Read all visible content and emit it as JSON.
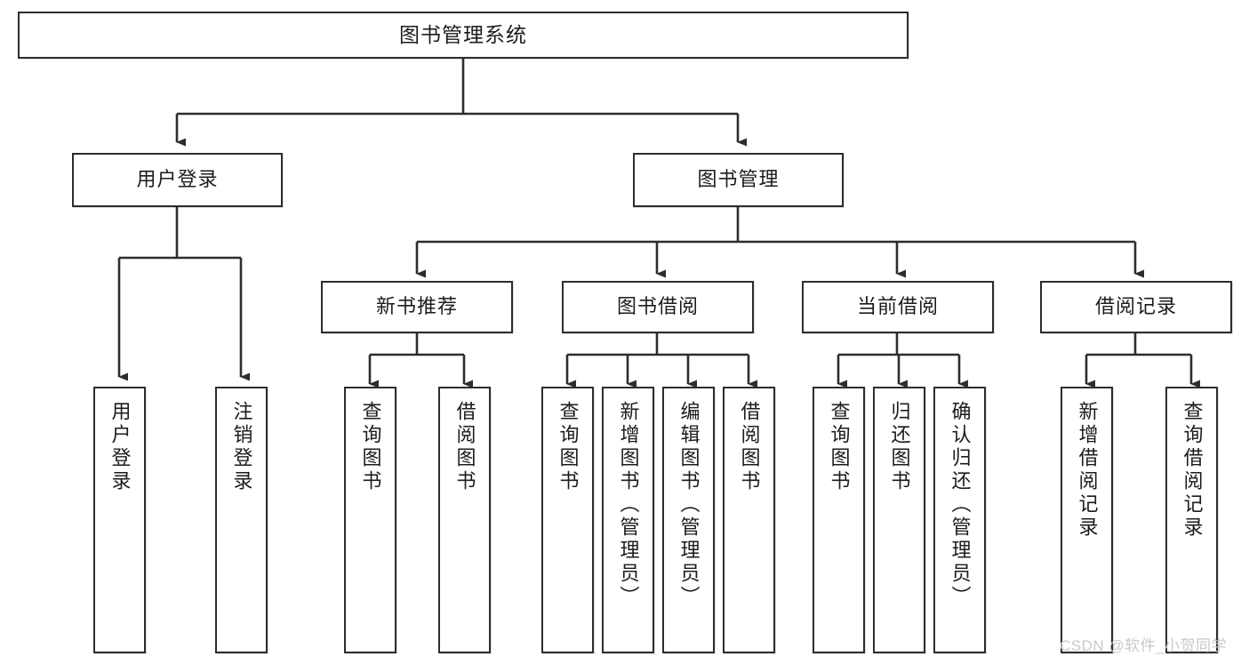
{
  "diagram": {
    "type": "hierarchy-tree",
    "title": "图书管理系统",
    "root": {
      "label": "图书管理系统"
    },
    "level1": [
      {
        "label": "用户登录"
      },
      {
        "label": "图书管理"
      }
    ],
    "level2": [
      {
        "label": "新书推荐"
      },
      {
        "label": "图书借阅"
      },
      {
        "label": "当前借阅"
      },
      {
        "label": "借阅记录"
      }
    ],
    "leaves": {
      "user_login": [
        {
          "label": "用户登录"
        },
        {
          "label": "注销登录"
        }
      ],
      "new_book_recommend": [
        {
          "label": "查询图书"
        },
        {
          "label": "借阅图书"
        }
      ],
      "book_borrow": [
        {
          "label": "查询图书"
        },
        {
          "label": "新增图书（管理员）"
        },
        {
          "label": "编辑图书（管理员）"
        },
        {
          "label": "借阅图书"
        }
      ],
      "current_borrow": [
        {
          "label": "查询图书"
        },
        {
          "label": "归还图书"
        },
        {
          "label": "确认归还（管理员）"
        }
      ],
      "borrow_record": [
        {
          "label": "新增借阅记录"
        },
        {
          "label": "查询借阅记录"
        }
      ]
    }
  },
  "watermark": {
    "text": "CSDN @软件_小贺同学"
  },
  "colors": {
    "box_border": "#2d2d2d",
    "box_fill": "#ffffff",
    "text": "#1c1c1c",
    "edge": "#2d2d2d",
    "watermark": "#c9c9c9",
    "background": "#ffffff"
  }
}
